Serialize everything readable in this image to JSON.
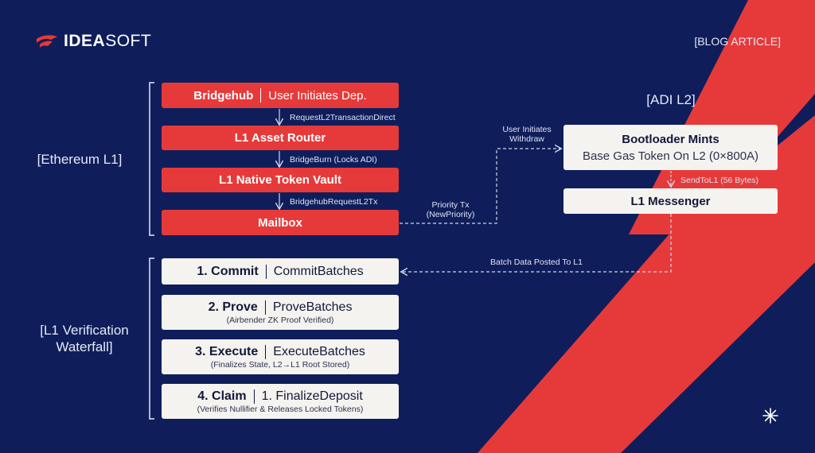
{
  "brand": {
    "name_bold": "IDEA",
    "name_light": "SOFT"
  },
  "header": {
    "tag": "[BLOG ARTICLE]"
  },
  "groups": {
    "ethereum": "[Ethereum L1]",
    "verification": "[L1 Verification Waterfall]",
    "adi": "[ADI L2]"
  },
  "l1_flow": {
    "bridgehub": {
      "title": "Bridgehub",
      "detail": "User Initiates Dep."
    },
    "asset_router": {
      "title": "L1 Asset Router"
    },
    "native_vault": {
      "title": "L1 Native Token Vault"
    },
    "mailbox": {
      "title": "Mailbox"
    },
    "edge1": "RequestL2TransactionDirect",
    "edge2": "BridgeBurn (Locks ADI)",
    "edge3": "BridgehubRequestL2Tx"
  },
  "l2_flow": {
    "bootloader": {
      "title": "Bootloader Mints",
      "detail": "Base Gas Token On L2 (0×800A)"
    },
    "messenger": {
      "title": "L1 Messenger"
    },
    "edge_send": "SendToL1 (56 Bytes)"
  },
  "cross_edges": {
    "priority_line1": "Priority Tx",
    "priority_line2": "(NewPriority)",
    "withdraw_line1": "User Initiates",
    "withdraw_line2": "Withdraw",
    "batch": "Batch Data Posted To L1"
  },
  "verification_steps": [
    {
      "title": "1. Commit",
      "detail": "CommitBatches",
      "note": ""
    },
    {
      "title": "2. Prove",
      "detail": "ProveBatches",
      "note": "(Airbender ZK Proof Verified)"
    },
    {
      "title": "3. Execute",
      "detail": "ExecuteBatches",
      "note": "(Finalizes State, L2→L1 Root Stored)"
    },
    {
      "title": "4. Claim",
      "detail": "1. FinalizeDeposit",
      "note": "(Verifies Nullifier & Releases Locked Tokens)"
    }
  ],
  "colors": {
    "background": "#0f1e5a",
    "accent_red": "#e63a3a",
    "light_box": "#f5f3ef",
    "dark_text": "#12183a"
  },
  "icons": {
    "logo": "ideasoft-logo-icon",
    "corner": "asterisk-icon"
  }
}
